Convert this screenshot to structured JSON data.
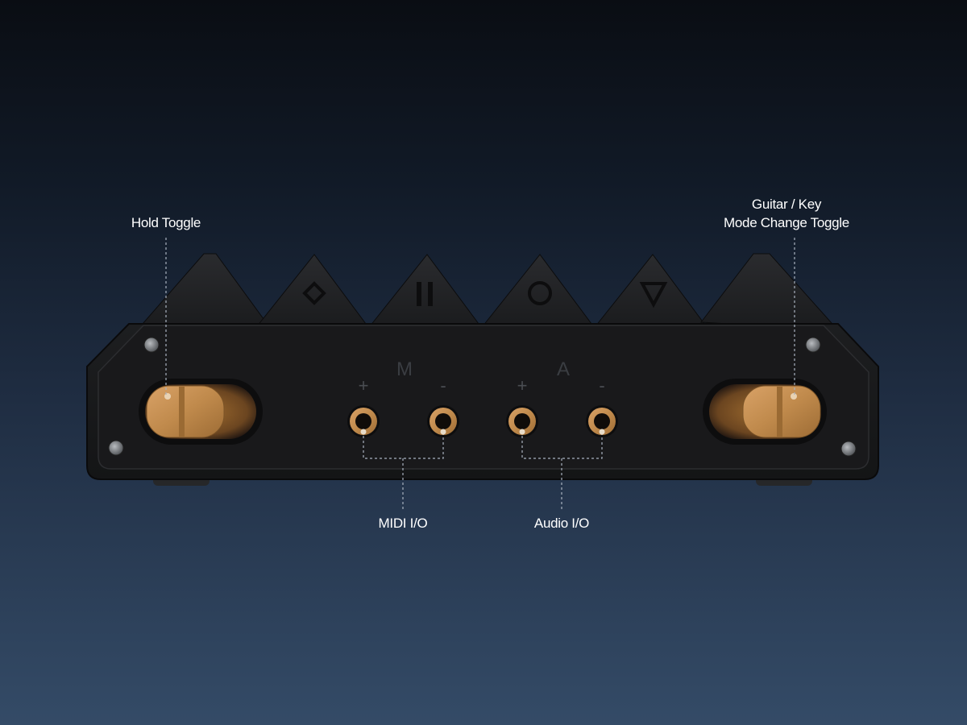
{
  "callouts": {
    "hold_toggle": "Hold Toggle",
    "guitar_key_line1": "Guitar / Key",
    "guitar_key_line2": "Mode Change Toggle",
    "midi_io": "MIDI I/O",
    "audio_io": "Audio I/O"
  },
  "panel_labels": {
    "midi_group": "M",
    "audio_group": "A",
    "midi_plus": "+",
    "midi_minus": "-",
    "audio_plus": "+",
    "audio_minus": "-"
  },
  "top_button_icons": [
    "diamond-icon",
    "pause-icon",
    "circle-icon",
    "triangle-down-icon"
  ],
  "colors": {
    "accent_copper": "#c08a4c",
    "body": "#1b1c1e",
    "callout_line": "#9aa4b2",
    "text": "#ffffff"
  }
}
